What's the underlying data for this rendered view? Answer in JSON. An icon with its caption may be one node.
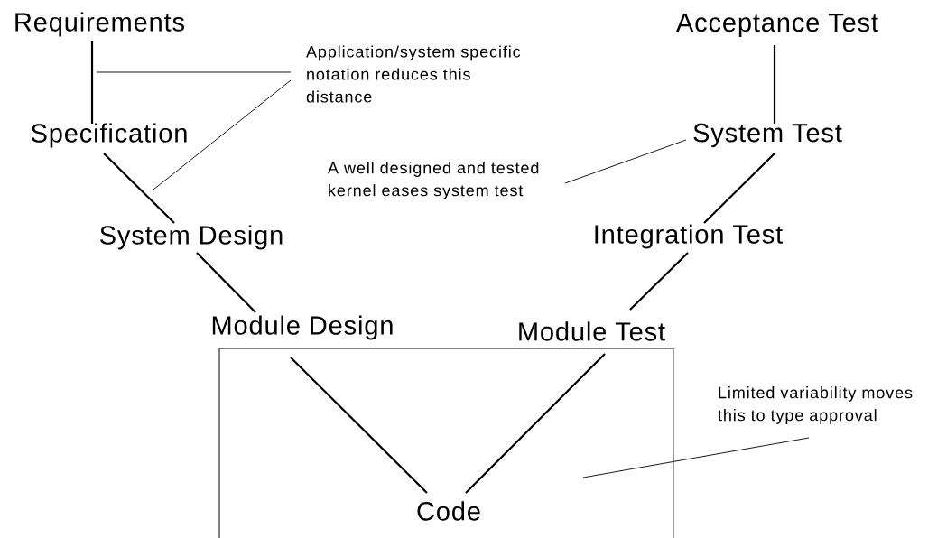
{
  "diagram": {
    "nodes": [
      {
        "text": [
          "Requirements"
        ]
      },
      {
        "text": [
          "Acceptance Test"
        ]
      },
      {
        "text": [
          "Application/system specific notation reduces this distance"
        ]
      },
      {
        "text": [
          "Specification"
        ]
      },
      {
        "text": [
          "System Test"
        ]
      },
      {
        "text": [
          "A well designed and tested kernel eases system test"
        ]
      },
      {
        "text": [
          "System Design"
        ]
      },
      {
        "text": [
          "Integration Test"
        ]
      },
      {
        "text": [
          "Module Design"
        ]
      },
      {
        "text": [
          "Module Test"
        ]
      },
      {
        "text": [],
        "shape": "box"
      },
      {
        "text": [
          "Code"
        ],
        "in": 10
      },
      {
        "text": [
          "Limited variability moves this to type approval"
        ]
      }
    ],
    "edges": [
      {
        "from": 0,
        "to": 3,
        "arrow": "none"
      },
      {
        "from": 3,
        "to": 6,
        "arrow": "none"
      },
      {
        "from": 6,
        "to": 8,
        "arrow": "none"
      },
      {
        "from": 8,
        "to": 11,
        "arrow": "none"
      },
      {
        "from": 11,
        "to": 9,
        "arrow": "none"
      },
      {
        "from": 9,
        "to": 7,
        "arrow": "none"
      },
      {
        "from": 7,
        "to": 4,
        "arrow": "none"
      },
      {
        "from": 4,
        "to": 1,
        "arrow": "none"
      },
      {
        "from": 2,
        "to": null,
        "arrow": "none"
      },
      {
        "from": 2,
        "to": null,
        "arrow": "none"
      },
      {
        "from": 5,
        "to": 4,
        "arrow": "none"
      },
      {
        "from": 12,
        "to": 10,
        "arrow": "none"
      }
    ]
  }
}
